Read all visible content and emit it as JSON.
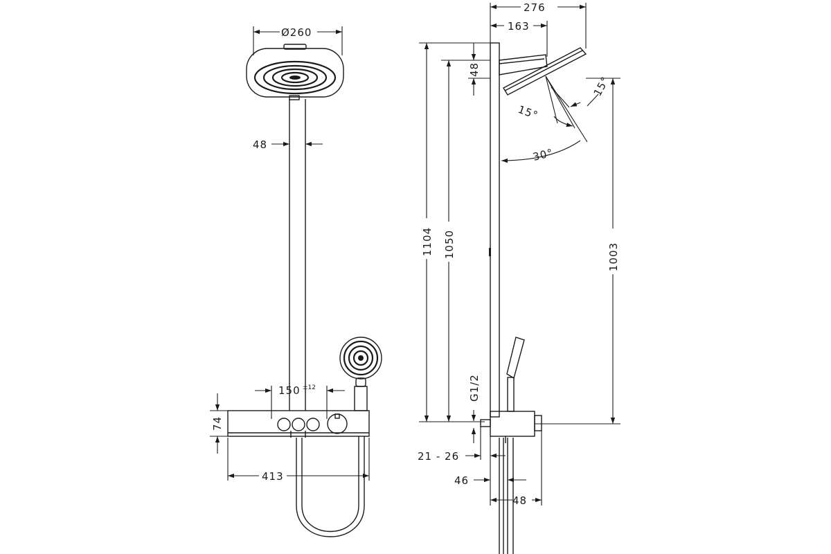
{
  "front_view": {
    "head_diameter": "Ø260",
    "arm_width": "48",
    "handle_spacing": "150",
    "handle_spacing_tolerance": "±12",
    "thermostat_height": "74",
    "thermostat_width": "413"
  },
  "side_view": {
    "total_depth": "276",
    "arm_depth": "163",
    "head_thickness": "48",
    "total_height": "1104",
    "head_height": "1050",
    "outlet_height": "1003",
    "thread": "G1/2",
    "wall_distance": "21 - 26",
    "thermostat_depth_46": "46",
    "thermostat_depth_48": "48",
    "angle_30": "30°",
    "angle_15_left": "15°",
    "angle_15_right": "15°"
  }
}
